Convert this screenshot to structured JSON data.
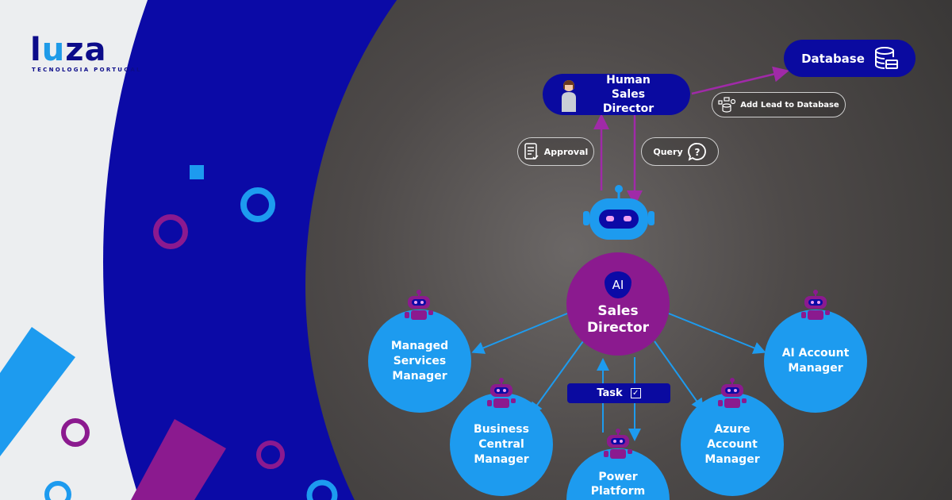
{
  "brand": {
    "logo": "luza",
    "tagline": "TECNOLOGIA PORTUGAL"
  },
  "diagram": {
    "database": "Database",
    "human": "Human Sales Director",
    "add_lead": "Add Lead to Database",
    "approval": "Approval",
    "query": "Query",
    "center": {
      "badge": "AI",
      "label": "Sales Director"
    },
    "task": "Task",
    "agents": [
      "Managed Services Manager",
      "AI Account Manager",
      "Business Central Manager",
      "Azure Account Manager",
      "Power Platform"
    ]
  },
  "colors": {
    "blue": "#0b0aa6",
    "agent": "#1d9bef",
    "purple": "#8b1a8f",
    "arrow_purple": "#a02aa8"
  }
}
